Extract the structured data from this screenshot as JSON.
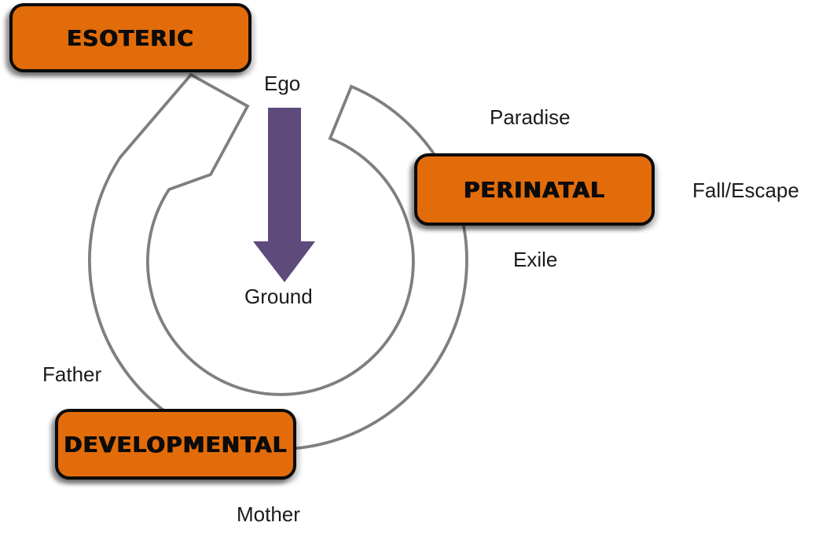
{
  "diagram": {
    "boxes": {
      "esoteric": {
        "label": "ESOTERIC"
      },
      "perinatal": {
        "label": "PERINATAL"
      },
      "developmental": {
        "label": "DEVELOPMENTAL"
      }
    },
    "labels": {
      "ego": "Ego",
      "ground": "Ground",
      "paradise": "Paradise",
      "fall_escape": "Fall/Escape",
      "exile": "Exile",
      "father": "Father",
      "mother": "Mother"
    },
    "colors": {
      "box_orange": "#E36C0A",
      "box_border": "#0B0B0B",
      "arrow_purple": "#5E4B7C",
      "cycle_gray": "#7F7F7F",
      "cycle_fill": "#FFFFFF",
      "text": "#1B1B1B"
    }
  }
}
